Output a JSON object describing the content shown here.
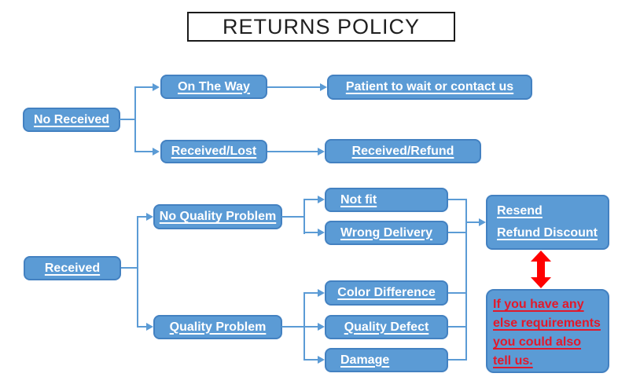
{
  "title": "RETURNS POLICY",
  "colors": {
    "node_fill": "#5b9bd5",
    "node_border": "#4381c1",
    "node_text": "#ffffff",
    "connector": "#5b9bd5",
    "arrow_red": "#ff0000",
    "note_text": "#e2192b",
    "title_text": "#1f1f1f",
    "title_border": "#1a1a1a"
  },
  "nodes": {
    "no_received": "No Received",
    "on_the_way": "On The Way",
    "patient_wait": "Patient to wait or contact us",
    "received_lost": "Received/Lost",
    "received_refund": "Received/Refund",
    "received": "Received",
    "no_quality_problem": "No Quality Problem",
    "not_fit": "Not fit",
    "wrong_delivery": "Wrong Delivery",
    "quality_problem": "Quality Problem",
    "color_difference": "Color Difference",
    "quality_defect": "Quality Defect",
    "damage": "Damage",
    "resend_line1": "Resend",
    "resend_line2": "Refund Discount",
    "note_line1": "If you have any",
    "note_line2": "else requirements",
    "note_line3": "you could also",
    "note_line4": "tell us."
  },
  "edges": [
    {
      "from": "No Received",
      "to": "On The Way"
    },
    {
      "from": "No Received",
      "to": "Received/Lost"
    },
    {
      "from": "On The Way",
      "to": "Patient to wait or contact us"
    },
    {
      "from": "Received/Lost",
      "to": "Received/Refund"
    },
    {
      "from": "Received",
      "to": "No Quality Problem"
    },
    {
      "from": "Received",
      "to": "Quality Problem"
    },
    {
      "from": "No Quality Problem",
      "to": "Not fit"
    },
    {
      "from": "No Quality Problem",
      "to": "Wrong Delivery"
    },
    {
      "from": "Quality Problem",
      "to": "Color Difference"
    },
    {
      "from": "Quality Problem",
      "to": "Quality Defect"
    },
    {
      "from": "Quality Problem",
      "to": "Damage"
    },
    {
      "from": "Not fit / Wrong Delivery / Color Difference / Quality Defect / Damage",
      "to": "Resend Refund Discount"
    },
    {
      "from": "Resend Refund Discount",
      "to": "If you have any else requirements you could also tell us.",
      "style": "red-double-arrow"
    }
  ]
}
